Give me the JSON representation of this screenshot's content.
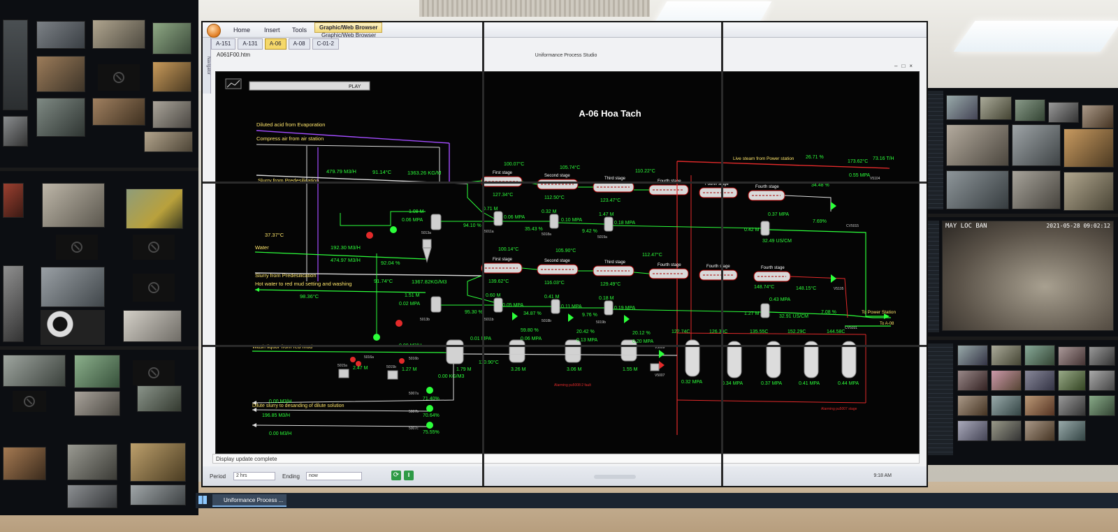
{
  "app": {
    "ribbon_tabs": [
      "Home",
      "Insert",
      "Tools"
    ],
    "context_tab": "Graphic/Web Browser",
    "context_subtab": "Graphic/Web Browser",
    "nav_label": "Navigator",
    "doc_tabs": [
      "A-151",
      "A-131",
      "A-06",
      "A-08",
      "C-01-2"
    ],
    "active_doc_tab": "A-06",
    "file_name": "A061F00.htm",
    "window_title": "Uniformance Process Studio",
    "status_text": "Display update complete",
    "period_label": "Period",
    "period_value": "2 hrs",
    "ending_label": "Ending",
    "ending_value": "now",
    "play_label": "PLAY",
    "taskbar_item": "Uniformance Process ...",
    "clock": "9:18 AM"
  },
  "diagram": {
    "title": "A-06 Hoa Tach",
    "streams": {
      "diluted_acid": "Diluted acid from Evaporation",
      "compress_air": "Compress air from air station",
      "slurry_predesilication_1": "Slurry from Predesilication",
      "water": "Water",
      "slurry_predesilication_2": "Slurry from Predesilication",
      "hot_water": "Hot water to red mud setting and washing",
      "wash_liquor": "Wash liquor from red mud",
      "dilute_slurry": "Dilute slurry to desanding of dilute solution",
      "live_steam": "Live steam from Power station",
      "to_power_station": "To Power Station",
      "to_a08": "To A-08"
    },
    "readings": {
      "flow_top": "479.79 M3/H",
      "temp_top": "91.14°C",
      "density_top": "1363.26 KG/M",
      "water_temp": "37.37°C",
      "water_flow1": "192.30 M3/H",
      "water_flow2": "474.97 M3/H",
      "pct_mid": "92.04 %",
      "temp_mid": "91.74°C",
      "density_mid": "1367.82KG/M3",
      "hot_water_temp": "98.36°C",
      "tank_a_level": "1.08 M",
      "tank_a_press": "0.06 MPA",
      "tank_b_level": "1.51 M",
      "tank_b_press": "0.02 MPA",
      "wash_flow": "0.00 M3/H",
      "pump_5016a": "2.47 M",
      "pump_5016b": "1.27 M",
      "tank_c_level": "1.79 M",
      "tank_c_flow": "0.00 KG/M3",
      "out_flow1": "0.00 M3/H",
      "out_pct1": "71.40%",
      "out_flow2": "196.85 M3/H",
      "out_pct2": "70.64%",
      "out_flow3": "0.00 M3/H",
      "out_pct3": "75.55%",
      "stage1_top_temp": "100.07°C",
      "stage2_top_temp": "105.74°C",
      "stage4_top_temp": "110.22°C",
      "steam_pct": "26.71 %",
      "steam_temp": "173.62°C",
      "steam_flow": "73.16 T/H",
      "steam_press": "0.55 MPA",
      "valve_pct": "34.48 %",
      "s1t_a": "127.34°C",
      "s2t_a": "112.50°C",
      "s3t_a": "123.47°C",
      "s1_level": "0.71 M",
      "s1_press": "0.06 MPA",
      "s2_level": "0.32 M",
      "s2_press": "0.10 MPA",
      "s3_level": "1.47 M",
      "s3_press": "0.18 MPA",
      "s1_pct": "94.10 %",
      "s2_pct": "35.43 %",
      "s3_pct": "9.42 %",
      "s4_level": "0.37 MPA",
      "s4_cond": "32.49 US/CM",
      "s4_pct": "0.42 M",
      "right_pct_top": "7.69%",
      "stage1_bot_temp": "100.14°C",
      "stage2_bot_temp": "105.90°C",
      "stage4_bot_temp": "112.47°C",
      "s1t_b": "139.62°C",
      "s2t_b": "116.03°C",
      "s3t_b": "129.49°C",
      "s4t_b": "148.74°C",
      "s5t_b": "148.15°C",
      "b1_level": "0.60 M",
      "b1_press": "0.05 MPA",
      "b2_level": "0.41 M",
      "b2_press": "0.11 MPA",
      "b3_level": "0.18 M",
      "b3_press": "0.19 MPA",
      "b1_pct": "95.30 %",
      "b2_pct": "34.87 %",
      "b3_pct": "9.76 %",
      "b4_level": "0.43 MPA",
      "b4_cond": "32.91 US/CM",
      "b4_val": "1.27 M",
      "right_pct_bot": "7.08 %",
      "v1_pct": "59.80 %",
      "v1_press": "0.06 MPA",
      "v2_pct": "20.42 %",
      "v2_press": "0.13 MPA",
      "v3_pct": "20.12 %",
      "v3_press": "0.20 MPA",
      "t0_press": "0.01 MPA",
      "t0_temp": "110.90°C",
      "t1_level": "3.26 M",
      "t2_level": "3.06 M",
      "t3_level": "1.55 M",
      "f1_temp": "122.74C",
      "f2_temp": "126.34C",
      "f3_temp": "135.55C",
      "f4_temp": "152.29C",
      "f5_temp": "144.58C",
      "f1_press": "0.32 MPA",
      "f2_press": "0.34 MPA",
      "f3_press": "0.37 MPA",
      "f4_press": "0.41 MPA",
      "f5_press": "0.44 MPA"
    },
    "stages": {
      "first": "First stage",
      "second": "Second stage",
      "third": "Third stage",
      "fourth": "Fourth stage",
      "fourth_alt": "Fourth stage"
    },
    "tags": {
      "t5013a": "5013a",
      "t5013b": "5013b",
      "t5016a": "5016a",
      "t5016b": "5016b",
      "t5015a": "5015a",
      "t5015b": "5015b",
      "t5007a": "5007a",
      "t5007b": "5007b",
      "t5007c": "5007c",
      "t5011a": "5011a",
      "t5011b": "5011b",
      "t5018a": "5018a",
      "t5018b": "5018b",
      "t5019a": "5019a",
      "t5019b": "5019b",
      "cv": "CV5015",
      "cv2": "CV5031",
      "v5009": "V5009",
      "v5007": "V5007",
      "v5104": "V5104",
      "v5105": "V5105"
    },
    "alarm_1": "Alarming pu5008:2 fault",
    "alarm_2": "Alarming pu5007 stage"
  },
  "colors": {
    "green": "#2cff3a",
    "red": "#e32a2a",
    "purple": "#a34dff",
    "yellow_label": "#ffe66b",
    "bg": "#050505"
  },
  "right_panel": {
    "cam_title": "MAY LOC BAN",
    "timestamp": "2021-05-28 09:02:12"
  }
}
